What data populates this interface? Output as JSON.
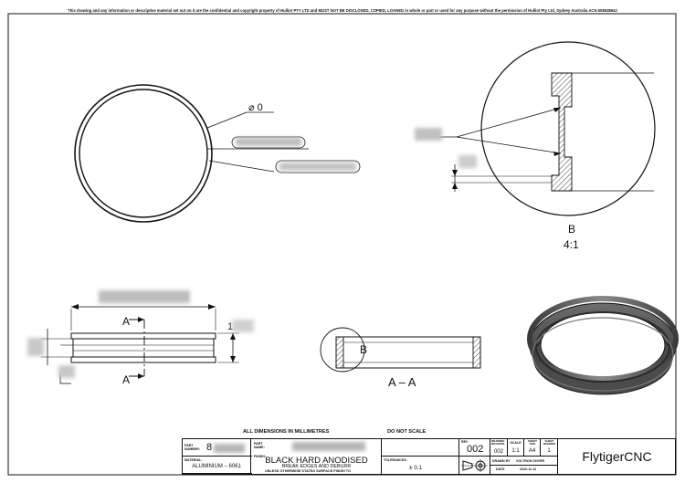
{
  "disclaimer": "This drawing and any information or descriptive material set out on it are the confidential and copyright property of Hulliot PTY LTD and MUST NOT BE DISCLOSED, COPIED, LOANED in whole or part or used for any purpose without the permission of Hulliot Pty Ltd, Sydney Australia ACN 608638642",
  "views": {
    "detail_label": "B",
    "detail_scale": "4:1",
    "section_callout": "B",
    "section_label": "A – A",
    "cut_label": "A",
    "dims": {
      "top_diameter": "⌀ 0",
      "height_prefix": "1"
    }
  },
  "notes": {
    "units": "ALL DIMENSIONS IN MILLIMETRES",
    "do_not_scale": "DO NOT SCALE"
  },
  "title_block": {
    "part_number_label": "PART NUMBER:",
    "part_number_value": "8",
    "part_name_label": "PART NAME:",
    "material_label": "MATERIAL:",
    "material_value": "ALUMINIUM – 6061",
    "finish_label": "FINISH:",
    "finish_main": "BLACK HARD ANODISED",
    "finish_sub1": "BREAK EDGES AND DEBURR",
    "finish_sub2": "UNLESS OTHERWISE STATED SURFACE FINISH TO",
    "tolerances_label": "TOLERANCES:",
    "tolerances_value": "± 0.1",
    "rev_label": "REV",
    "rev_value": "002",
    "drawing_revision_label": "DRAWING REVISION",
    "drawing_revision_value": "002",
    "scale_label": "SCALE",
    "scale_value": "1:1",
    "sheet_size_label": "SHEET SIZE",
    "sheet_size_value": "A4",
    "sheet_number_label": "SHEET NUMBER",
    "sheet_number_value": "1",
    "drawn_by_label": "DRAWN BY",
    "drawn_by_value": "VOLTRON ONYER",
    "date_label": "DATE",
    "date_value": "2020-11-12",
    "brand": "FlytigerCNC"
  }
}
